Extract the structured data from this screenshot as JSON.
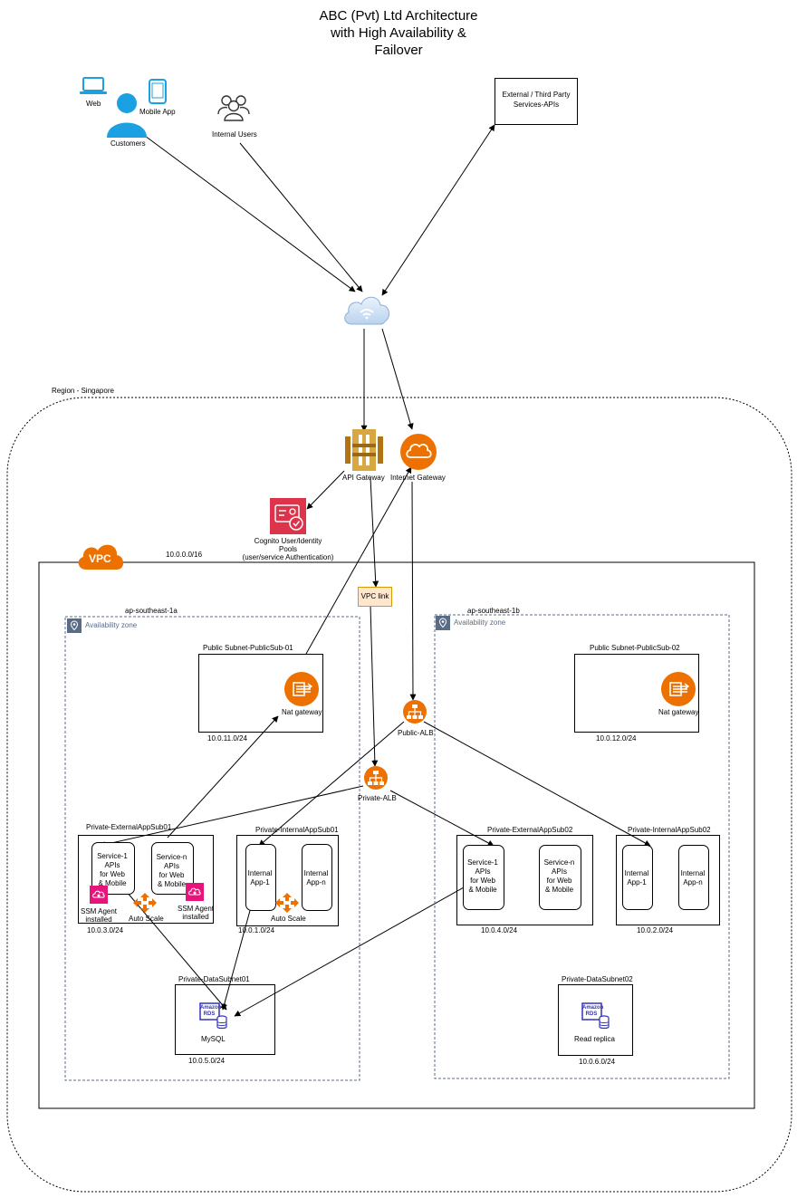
{
  "title": "ABC (Pvt) Ltd Architecture\nwith High Availability &\nFailover",
  "clients": {
    "web": "Web",
    "mobile_app": "Mobile App",
    "customers": "Customers",
    "internal_users": "Internal Users",
    "external_apis": "External / Third Party\nServices-APIs"
  },
  "region": {
    "label": "Region - Singapore",
    "api_gateway": "API Gateway",
    "internet_gateway": "Internet Gateway",
    "cognito": "Cognito User/Identity\nPools\n(user/service Authentication)",
    "vpc_badge": "VPC",
    "vpc_cidr": "10.0.0.0/16",
    "vpc_link": "VPC link",
    "public_alb": "Public-ALB",
    "private_alb": "Private-ALB"
  },
  "az_a": {
    "name": "ap-southeast-1a",
    "label": "Availability zone",
    "public_subnet": "Public Subnet-PublicSub-01",
    "nat": "Nat gateway",
    "public_cidr": "10.0.11.0/24",
    "ext_subnet": "Private-ExternalAppSub01",
    "svc1": "Service-1\nAPIs\nfor Web\n& Mobile",
    "svcn": "Service-n\nAPIs\nfor Web\n& Mobile",
    "ssm1": "SSM Agent\ninstalled",
    "ssm2": "SSM Agent\ninstalled",
    "autoscale1": "Auto Scale",
    "ext_cidr": "10.0.3.0/24",
    "int_subnet": "Private-InternalAppSub01",
    "int_app1": "Internal\nApp-1",
    "int_appn": "Internal\nApp-n",
    "autoscale2": "Auto Scale",
    "int_cidr": "10.0.1.0/24",
    "data_subnet": "Private-DataSubnet01",
    "rds_label": "Amazon\nRDS",
    "mysql": "MySQL",
    "data_cidr": "10.0.5.0/24"
  },
  "az_b": {
    "name": "ap-southeast-1b",
    "label": "Availability zone",
    "public_subnet": "Public Subnet-PublicSub-02",
    "nat": "Nat gateway",
    "public_cidr": "10.0.12.0/24",
    "ext_subnet": "Private-ExternalAppSub02",
    "svc1": "Service-1\nAPIs\nfor Web\n& Mobile",
    "svcn": "Service-n\nAPIs\nfor Web\n& Mobile",
    "ext_cidr": "10.0.4.0/24",
    "int_subnet": "Private-InternalAppSub02",
    "int_app1": "Internal\nApp-1",
    "int_appn": "Internal\nApp-n",
    "int_cidr": "10.0.2.0/24",
    "data_subnet": "Private-DataSubnet02",
    "rds_label": "Amazon\nRDS",
    "replica": "Read replica",
    "data_cidr": "10.0.6.0/24"
  },
  "colors": {
    "aws_orange": "#ED7100",
    "cognito_red": "#DD344C",
    "ssm_pink": "#E7157B",
    "rds_blue": "#3334B9",
    "client_blue": "#1BA1E2",
    "vpc_link_fill": "#FFE6CC",
    "vpc_link_border": "#D79B00",
    "az_gray": "#5A6B86"
  }
}
